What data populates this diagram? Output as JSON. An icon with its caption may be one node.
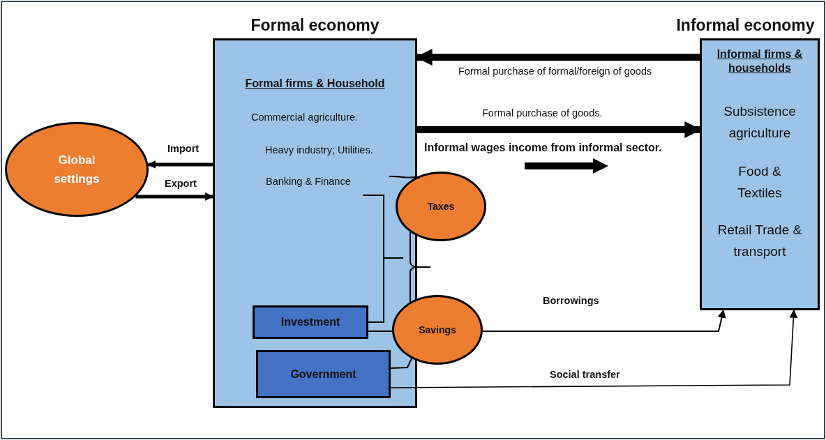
{
  "diagram": {
    "nodes": [
      {
        "text": [
          "Formal economy",
          "Formal firms & Household",
          "Commercial agriculture.",
          "Heavy industry; Utilities.",
          "Banking & Finance"
        ]
      },
      {
        "text": [
          "Investment"
        ],
        "in": 0
      },
      {
        "text": [
          "Government"
        ],
        "in": 0
      },
      {
        "text": [
          "Informal economy",
          "Informal firms & households",
          "Subsistence agriculture",
          "Food & Textiles",
          "Retail Trade & transport"
        ]
      },
      {
        "text": [
          "Global settings"
        ]
      },
      {
        "text": [
          "Taxes"
        ]
      },
      {
        "text": [
          "Savings"
        ]
      }
    ],
    "edges": [
      {
        "from": 3,
        "to": 0,
        "arrow": "to",
        "label": "Formal purchase of formal/foreign of goods",
        "style": "thick"
      },
      {
        "from": 0,
        "to": 3,
        "arrow": "to",
        "label": "Formal purchase of goods.",
        "style": "thick"
      },
      {
        "from": 0,
        "to": 4,
        "arrow": "to",
        "label": "Import",
        "style": "thick"
      },
      {
        "from": 4,
        "to": 0,
        "arrow": "to",
        "label": "Export",
        "style": "thick"
      },
      {
        "from": 6,
        "to": 3,
        "arrow": "to",
        "label": "Borrowings"
      },
      {
        "from": 2,
        "to": 3,
        "arrow": "to",
        "label": "Social transfer"
      },
      {
        "from": 1,
        "to": 6,
        "arrow": "none"
      },
      {
        "from": 0,
        "to": 5,
        "arrow": "none"
      },
      {
        "from": 5,
        "to": 6,
        "arrow": "none"
      },
      {
        "from": 2,
        "to": 6,
        "arrow": "none"
      },
      {
        "from": 0,
        "to": 1,
        "arrow": "none"
      }
    ],
    "labels": [
      "Informal wages income from informal sector."
    ]
  }
}
